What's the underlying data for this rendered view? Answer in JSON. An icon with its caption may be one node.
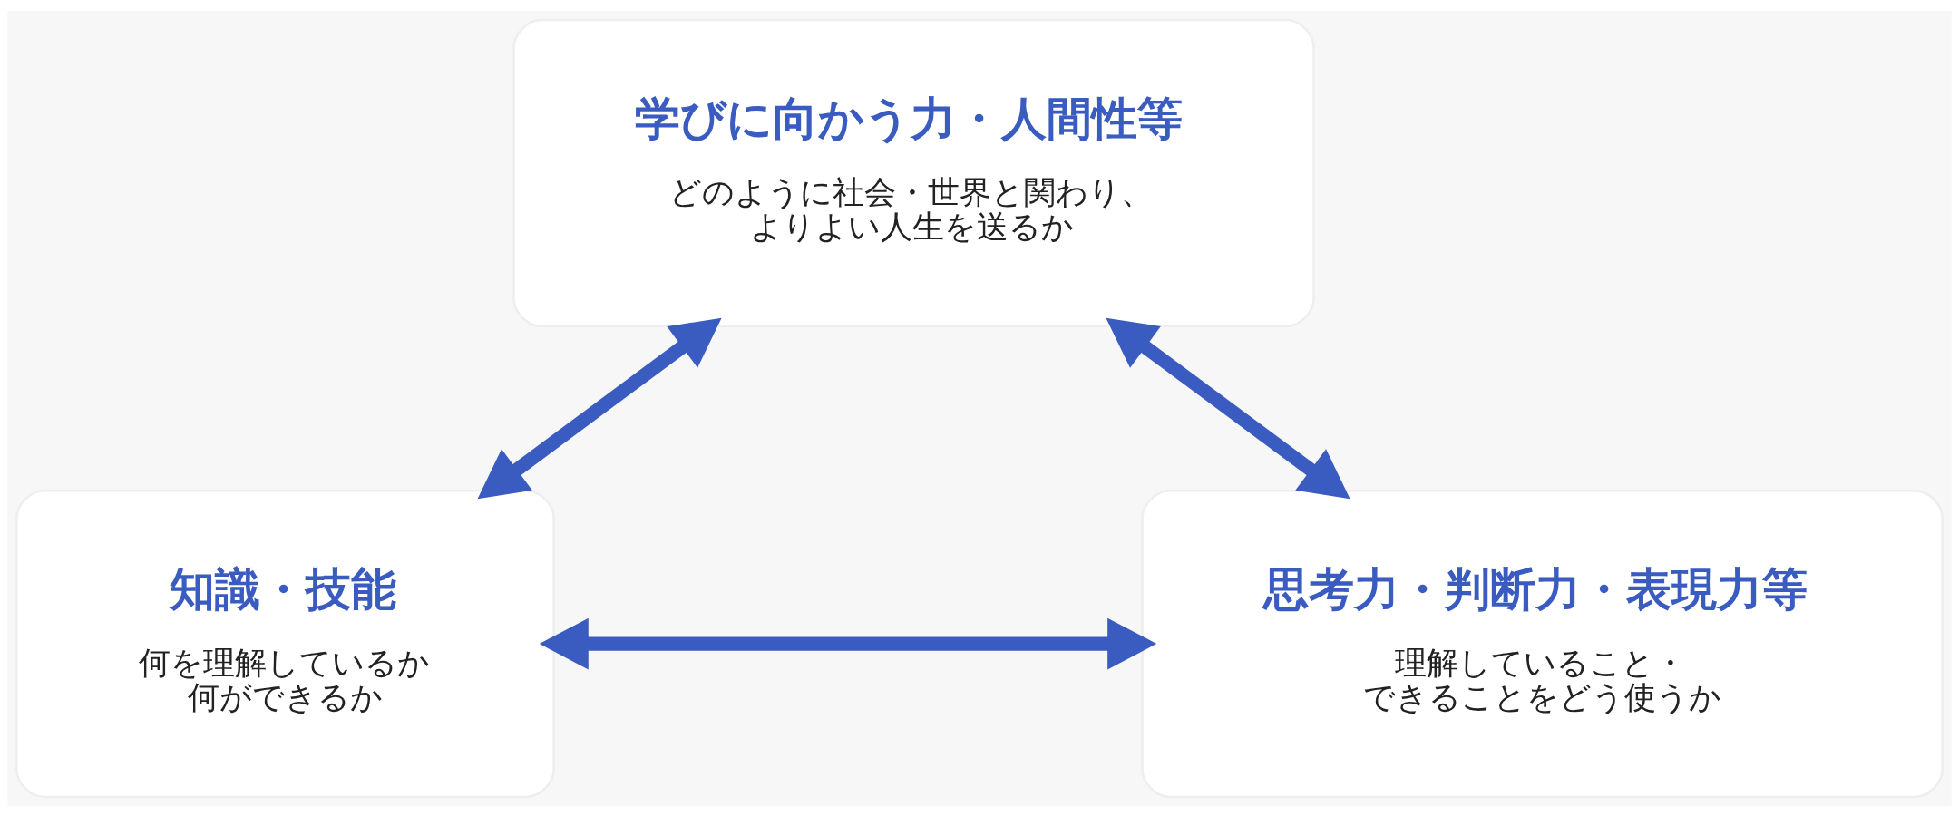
{
  "diagram": {
    "nodes": [
      {
        "text": [
          "学びに向かう力・人間性等",
          "どのように社会・世界と関わり、よりよい人生を送るか"
        ]
      },
      {
        "text": [
          "知識・技能",
          "何を理解しているか何ができるか"
        ]
      },
      {
        "text": [
          "思考力・判断力・表現力等",
          "理解していること・できることをどう使うか"
        ]
      }
    ],
    "edges": [
      {
        "from": 1,
        "to": 0,
        "arrow": "both"
      },
      {
        "from": 0,
        "to": 2,
        "arrow": "both"
      },
      {
        "from": 1,
        "to": 2,
        "arrow": "both"
      }
    ]
  }
}
